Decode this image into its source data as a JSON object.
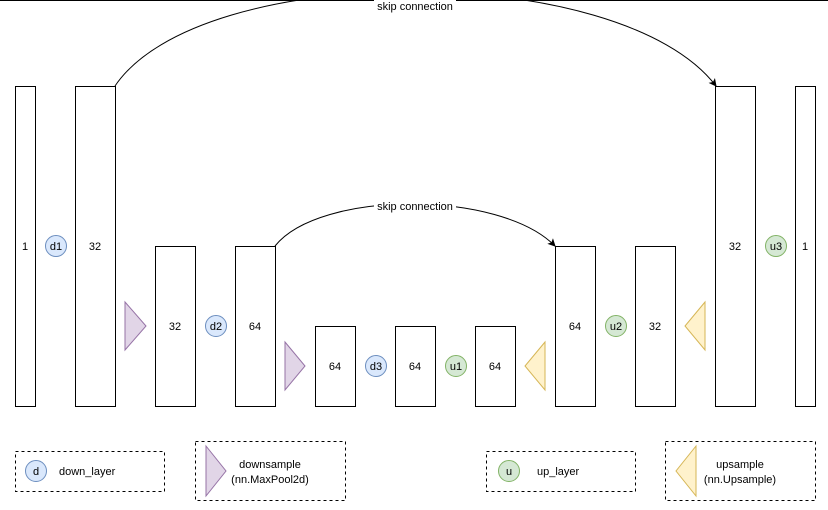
{
  "colors": {
    "down_fill": "#dae8fc",
    "down_stroke": "#6c8ebf",
    "up_fill": "#d5e8d4",
    "up_stroke": "#82b366",
    "pool_fill": "#e1d5e7",
    "pool_stroke": "#9673a6",
    "ups_fill": "#fff2cc",
    "ups_stroke": "#d6b656"
  },
  "blocks": {
    "b1": "1",
    "b2": "32",
    "b3": "32",
    "b4": "64",
    "b5": "64",
    "b6": "64",
    "b7": "64",
    "b8": "64",
    "b9": "32",
    "b10": "32",
    "b11": "1"
  },
  "layers": {
    "d1": "d1",
    "d2": "d2",
    "d3": "d3",
    "u1": "u1",
    "u2": "u2",
    "u3": "u3"
  },
  "skips": {
    "outer": "skip connection",
    "inner": "skip connection"
  },
  "legend": {
    "down_symbol": "d",
    "down_text": "down_layer",
    "downsample_line1": "downsample",
    "downsample_line2": "(nn.MaxPool2d)",
    "up_symbol": "u",
    "up_text": "up_layer",
    "upsample_line1": "upsample",
    "upsample_line2": "(nn.Upsample)"
  }
}
